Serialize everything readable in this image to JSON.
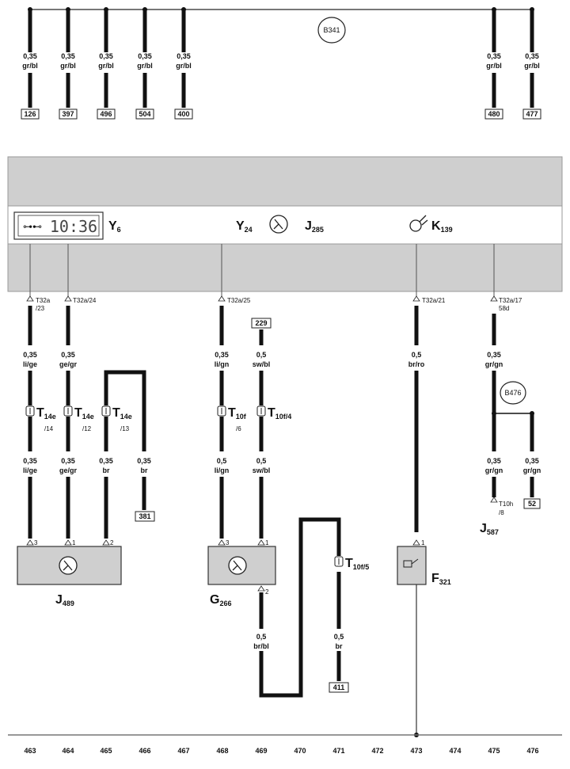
{
  "top_wires": [
    {
      "gauge": "0,35",
      "color": "gr/bl",
      "ref": "126"
    },
    {
      "gauge": "0,35",
      "color": "gr/bl",
      "ref": "397"
    },
    {
      "gauge": "0,35",
      "color": "gr/bl",
      "ref": "496"
    },
    {
      "gauge": "0,35",
      "color": "gr/bl",
      "ref": "504"
    },
    {
      "gauge": "0,35",
      "color": "gr/bl",
      "ref": "400"
    },
    {
      "gauge": "0,35",
      "color": "gr/bl",
      "ref": "480"
    },
    {
      "gauge": "0,35",
      "color": "gr/bl",
      "ref": "477"
    }
  ],
  "top_splice": "B341",
  "display": {
    "time": "10:36",
    "y6": "Y",
    "y6_sub": "6",
    "y24": "Y",
    "y24_sub": "24",
    "j285": "J",
    "j285_sub": "285",
    "k139": "K",
    "k139_sub": "139"
  },
  "pins": {
    "p1": "T32a",
    "p1b": "/23",
    "p2": "T32a/24",
    "p3": "T32a/25",
    "p4": "T32a/21",
    "p5": "T32a/17",
    "p5b": "58d"
  },
  "wires": {
    "w1a": {
      "gauge": "0,35",
      "color": "li/ge"
    },
    "w2a": {
      "gauge": "0,35",
      "color": "ge/gr"
    },
    "w3a": {
      "gauge": "0,35",
      "color": "li/gn"
    },
    "w4a": {
      "gauge": "0,5",
      "color": "sw/bl"
    },
    "w5a": {
      "gauge": "0,5",
      "color": "br/ro"
    },
    "w6a": {
      "gauge": "0,35",
      "color": "gr/gn"
    },
    "w1b": {
      "gauge": "0,35",
      "color": "li/ge"
    },
    "w2b": {
      "gauge": "0,35",
      "color": "ge/gr"
    },
    "w7b": {
      "gauge": "0,35",
      "color": "br"
    },
    "w8b": {
      "gauge": "0,35",
      "color": "br"
    },
    "w3b": {
      "gauge": "0,5",
      "color": "li/gn"
    },
    "w4b": {
      "gauge": "0,5",
      "color": "sw/bl"
    },
    "w6b": {
      "gauge": "0,35",
      "color": "gr/gn"
    },
    "w9b": {
      "gauge": "0,35",
      "color": "gr/gn"
    },
    "w10": {
      "gauge": "0,5",
      "color": "br/bl"
    },
    "w11": {
      "gauge": "0,5",
      "color": "br"
    }
  },
  "refs": {
    "r229": "229",
    "r381": "381",
    "r52": "52",
    "r411": "411"
  },
  "connectors": {
    "c1": "T",
    "c1s": "14e",
    "c1p": "/14",
    "c2": "T",
    "c2s": "14e",
    "c2p": "/12",
    "c3": "T",
    "c3s": "14e",
    "c3p": "/13",
    "c4": "T",
    "c4s": "10f",
    "c4p": "/6",
    "c5": "T",
    "c5s": "10f/4",
    "c6": "T",
    "c6s": "10f/5",
    "c7": "T10h",
    "c7p": "/8"
  },
  "splice2": "B476",
  "components": {
    "j489": "J",
    "j489_sub": "489",
    "g266": "G",
    "g266_sub": "266",
    "f321": "F",
    "f321_sub": "321",
    "j587": "J",
    "j587_sub": "587"
  },
  "pin_nums": {
    "a1": "3",
    "a2": "1",
    "a3": "2",
    "b1": "3",
    "b2": "1",
    "b3": "2",
    "c1": "1"
  },
  "bottom_scale": [
    "463",
    "464",
    "465",
    "466",
    "467",
    "468",
    "469",
    "470",
    "471",
    "472",
    "473",
    "474",
    "475",
    "476"
  ]
}
